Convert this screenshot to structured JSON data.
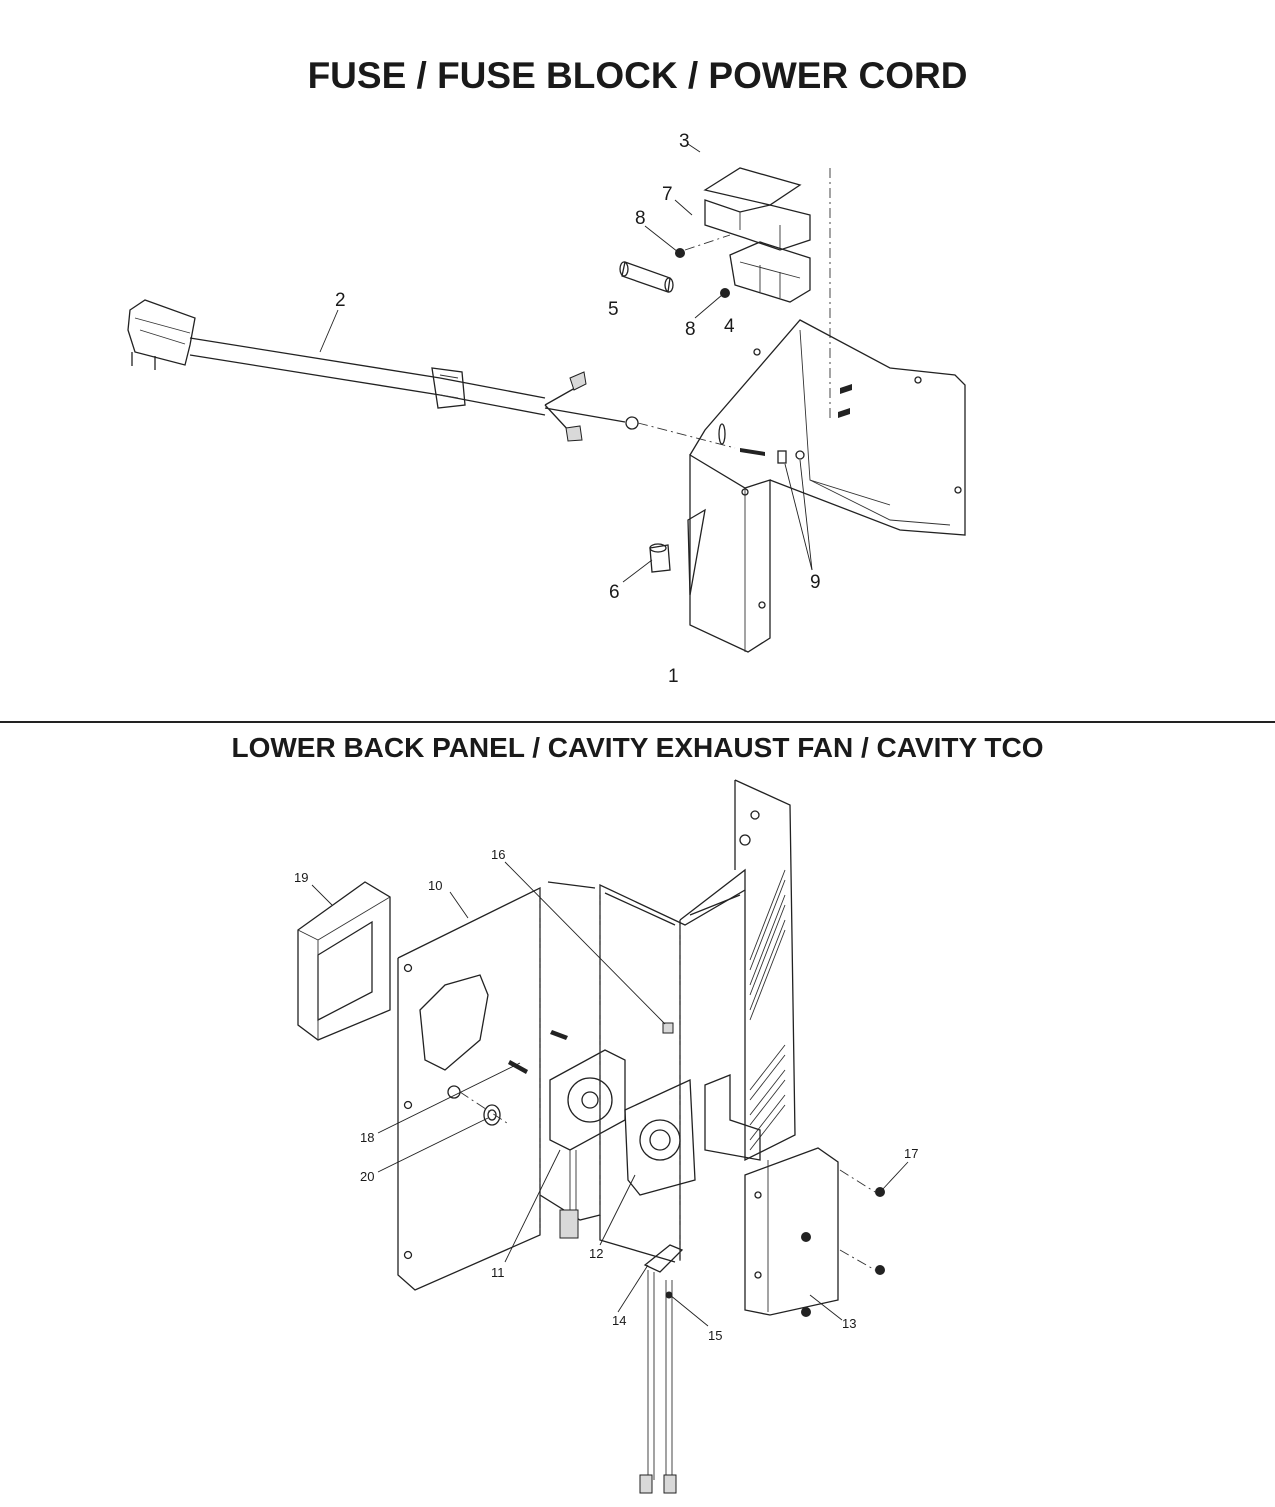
{
  "sections": {
    "top_title": "FUSE / FUSE BLOCK / POWER CORD",
    "bottom_title": "LOWER BACK PANEL / CAVITY EXHAUST FAN / CAVITY TCO"
  },
  "top_callouts": [
    "1",
    "2",
    "3",
    "4",
    "5",
    "6",
    "7",
    "8",
    "8",
    "9"
  ],
  "bottom_callouts": [
    "10",
    "11",
    "12",
    "13",
    "14",
    "15",
    "16",
    "17",
    "18",
    "19",
    "20"
  ]
}
